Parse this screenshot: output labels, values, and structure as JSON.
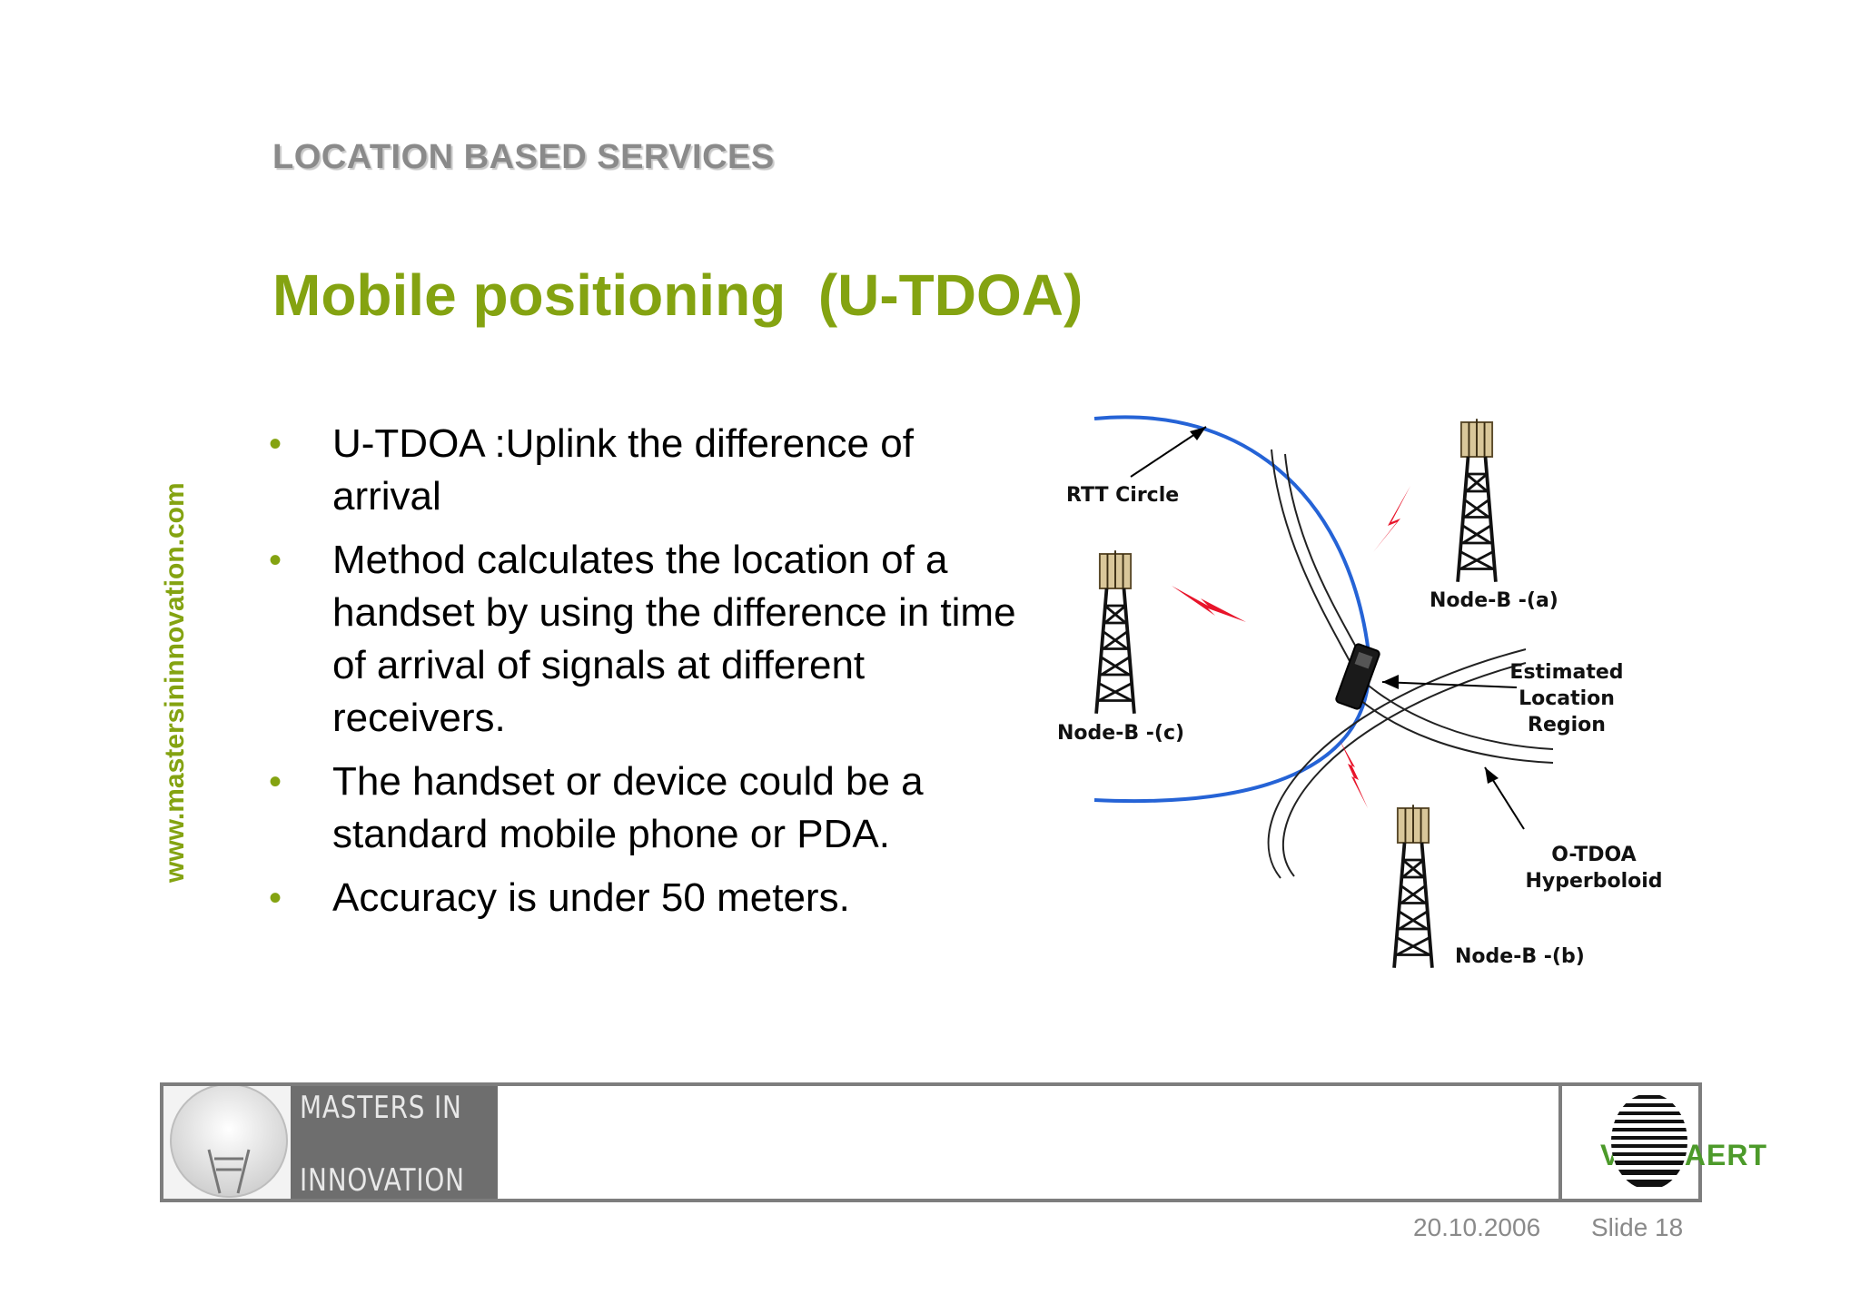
{
  "header": {
    "section": "LOCATION BASED SERVICES",
    "title": "Mobile positioning  (U-TDOA)"
  },
  "sidebar": {
    "url": "www.mastersininnovation.com"
  },
  "bullets": [
    "U-TDOA :Uplink the difference of arrival",
    "Method calculates the location of a handset by using the difference in time of arrival of signals at different receivers.",
    "The handset or device could be a standard mobile phone or PDA.",
    "Accuracy is under 50 meters."
  ],
  "diagram": {
    "rtt_label": "RTT Circle",
    "node_a": "Node-B -(a)",
    "node_b": "Node-B -(b)",
    "node_c": "Node-B -(c)",
    "estimated_line1": "Estimated",
    "estimated_line2": "Location",
    "estimated_line3": "Region",
    "otdoa_line1": "O-TDOA",
    "otdoa_line2": "Hyperboloid"
  },
  "footer": {
    "logo_line1": "MASTERS  IN",
    "logo_line2": "INNOVATION",
    "company": "VERHAERT",
    "date": "20.10.2006",
    "slide": "Slide 18"
  },
  "colors": {
    "accent_green": "#84a311",
    "rtt_blue": "#2563d6",
    "signal_red": "#e8142a"
  }
}
